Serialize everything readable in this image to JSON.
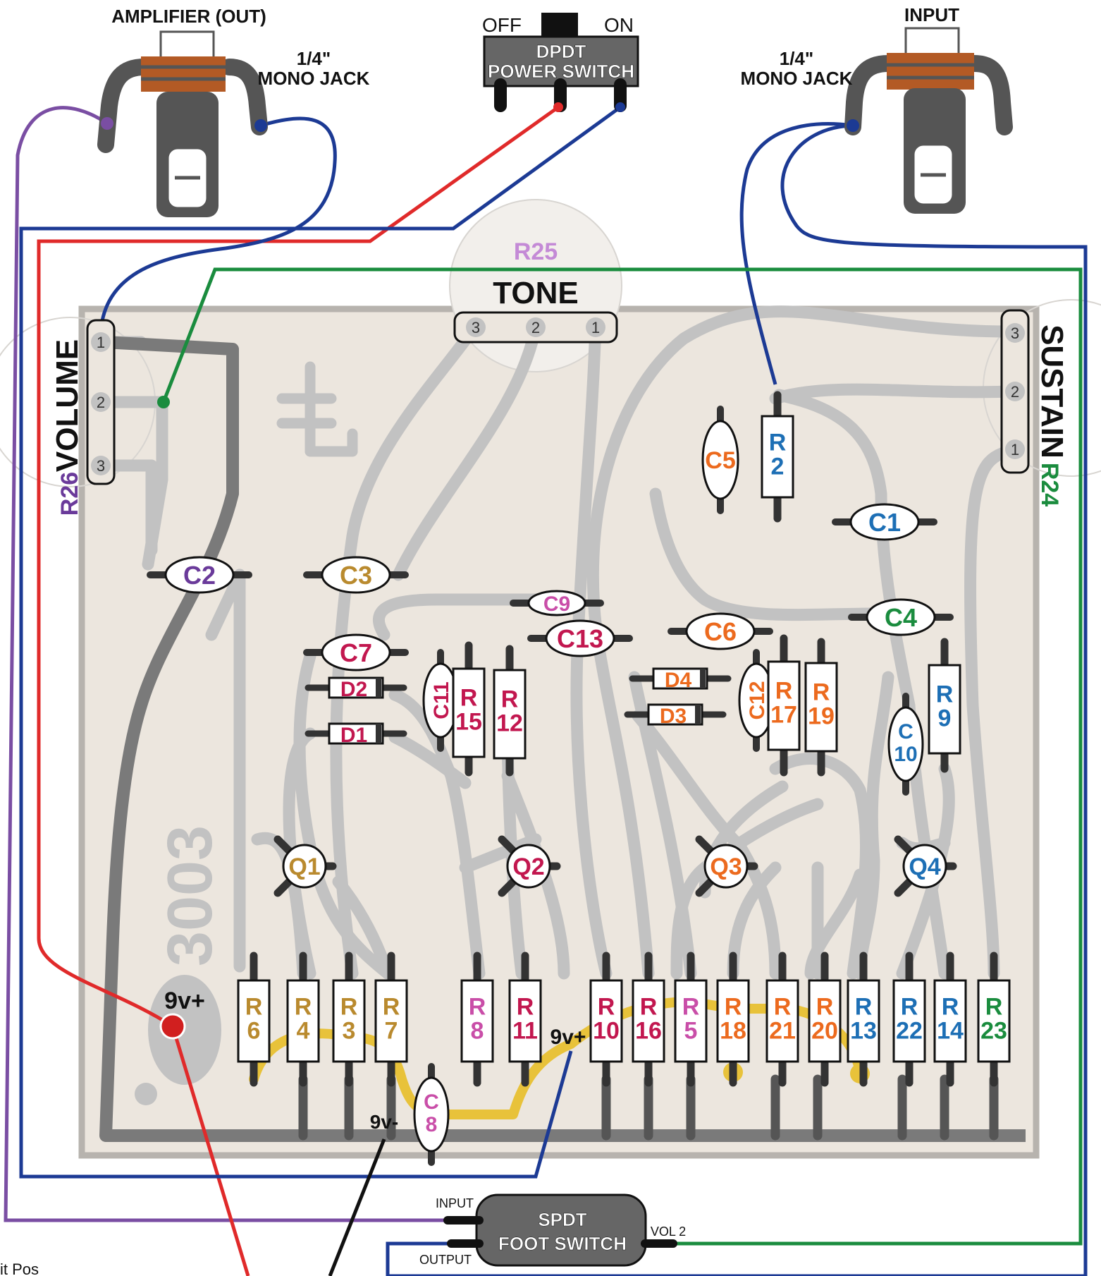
{
  "colors": {
    "board_fill": "#ece6de",
    "board_border": "#b7b3ae",
    "trace": "#c2c2c2",
    "ground": "#7a7a7a",
    "wire_purple": "#7a4ea3",
    "wire_red": "#e02a2a",
    "wire_blue": "#1c3a94",
    "wire_green": "#1a8c3e",
    "wire_black": "#111111",
    "wire_yellow": "#e8c23a",
    "jack_body": "#555555",
    "jack_sleeve": "#b35a25",
    "c_purple": "#6a3a9a",
    "c_tan": "#b98a2e",
    "c_pink": "#c94ea8",
    "c_crimson": "#c2174f",
    "c_orange": "#ec6a1e",
    "c_green": "#1a8c3e",
    "c_blue": "#1d6fb5"
  },
  "labels": {
    "amp_out": "AMPLIFIER (OUT)",
    "input": "INPUT",
    "mono_jack_size": "1/4\"",
    "mono_jack": "MONO JACK",
    "switch_off": "OFF",
    "switch_on": "ON",
    "power_switch_1": "DPDT",
    "power_switch_2": "POWER SWITCH",
    "tone_pot": "R25",
    "tone": "TONE",
    "volume": "VOLUME",
    "volume_pot": "R26",
    "sustain": "SUSTAIN",
    "sustain_pot": "R24",
    "board_number": "3003",
    "v9_plus": "9v+",
    "v9_plus_2": "9v+",
    "v9_minus": "9v-",
    "foot_1": "SPDT",
    "foot_2": "FOOT SWITCH",
    "foot_input": "INPUT",
    "foot_output": "OUTPUT",
    "foot_vol2": "VOL 2",
    "pin_1": "1",
    "pin_2": "2",
    "pin_3": "3",
    "partial_text": "it Pos"
  },
  "components": {
    "caps": [
      "C1",
      "C2",
      "C3",
      "C4",
      "C5",
      "C6",
      "C7",
      "C9",
      "C13"
    ],
    "caps_vertical": [
      [
        "C",
        "11"
      ],
      [
        "C",
        "12"
      ],
      [
        "C",
        "10"
      ],
      [
        "C",
        "8"
      ]
    ],
    "diodes": [
      "D1",
      "D2",
      "D3",
      "D4"
    ],
    "transistors": [
      "Q1",
      "Q2",
      "Q3",
      "Q4"
    ],
    "resistors_top": [
      [
        "R",
        "2"
      ],
      [
        "R",
        "15"
      ],
      [
        "R",
        "12"
      ],
      [
        "R",
        "17"
      ],
      [
        "R",
        "19"
      ],
      [
        "R",
        "9"
      ]
    ],
    "resistors_bottom": [
      [
        "R",
        "6"
      ],
      [
        "R",
        "4"
      ],
      [
        "R",
        "3"
      ],
      [
        "R",
        "7"
      ],
      [
        "R",
        "8"
      ],
      [
        "R",
        "11"
      ],
      [
        "R",
        "10"
      ],
      [
        "R",
        "16"
      ],
      [
        "R",
        "5"
      ],
      [
        "R",
        "18"
      ],
      [
        "R",
        "21"
      ],
      [
        "R",
        "20"
      ],
      [
        "R",
        "13"
      ],
      [
        "R",
        "22"
      ],
      [
        "R",
        "14"
      ],
      [
        "R",
        "23"
      ]
    ]
  }
}
